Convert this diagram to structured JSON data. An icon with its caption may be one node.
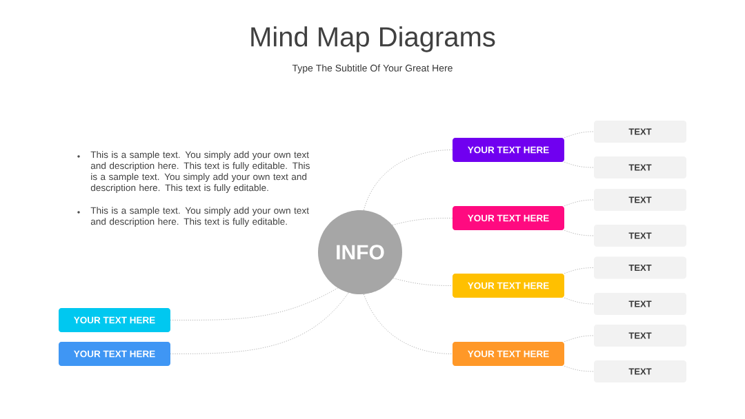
{
  "diagram": {
    "title": "Mind Map Diagrams",
    "nodes": [
      {
        "text": [
          "INFO"
        ]
      },
      {
        "text": [
          "YOUR TEXT HERE"
        ]
      },
      {
        "text": [
          "TEXT"
        ]
      },
      {
        "text": [
          "TEXT"
        ]
      },
      {
        "text": [
          "YOUR TEXT HERE"
        ]
      },
      {
        "text": [
          "TEXT"
        ]
      },
      {
        "text": [
          "TEXT"
        ]
      },
      {
        "text": [
          "YOUR TEXT HERE"
        ]
      },
      {
        "text": [
          "TEXT"
        ]
      },
      {
        "text": [
          "TEXT"
        ]
      },
      {
        "text": [
          "YOUR TEXT HERE"
        ]
      },
      {
        "text": [
          "TEXT"
        ]
      },
      {
        "text": [
          "TEXT"
        ]
      },
      {
        "text": [
          "YOUR TEXT HERE"
        ]
      },
      {
        "text": [
          "YOUR TEXT HERE"
        ]
      }
    ],
    "edges": [
      {
        "from": 0,
        "to": 1,
        "arrow": "none"
      },
      {
        "from": 1,
        "to": 2,
        "arrow": "none"
      },
      {
        "from": 1,
        "to": 3,
        "arrow": "none"
      },
      {
        "from": 0,
        "to": 4,
        "arrow": "none"
      },
      {
        "from": 4,
        "to": 5,
        "arrow": "none"
      },
      {
        "from": 4,
        "to": 6,
        "arrow": "none"
      },
      {
        "from": 0,
        "to": 7,
        "arrow": "none"
      },
      {
        "from": 7,
        "to": 8,
        "arrow": "none"
      },
      {
        "from": 7,
        "to": 9,
        "arrow": "none"
      },
      {
        "from": 0,
        "to": 10,
        "arrow": "none"
      },
      {
        "from": 10,
        "to": 11,
        "arrow": "none"
      },
      {
        "from": 10,
        "to": 12,
        "arrow": "none"
      },
      {
        "from": 0,
        "to": 13,
        "arrow": "none"
      },
      {
        "from": 0,
        "to": 14,
        "arrow": "none"
      }
    ],
    "labels": [
      "Type The Subtitle Of Your Great Here",
      "This is a sample text. You simply add your own text and description here. This text is fully editable. This is a sample text. You simply add your own text and description here. This text is fully editable.",
      "This is a sample text. You simply add your own text and description here. This text is fully editable."
    ]
  }
}
